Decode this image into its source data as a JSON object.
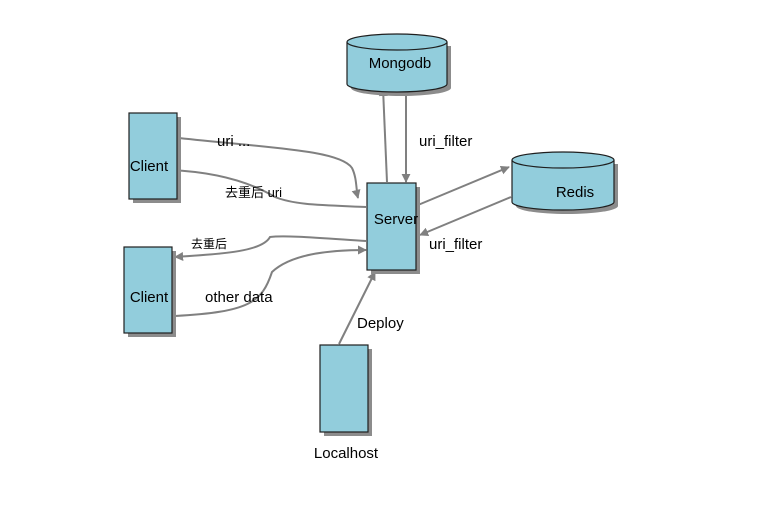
{
  "nodes": {
    "mongodb": {
      "label": "Mongodb",
      "shape": "cylinder"
    },
    "redis": {
      "label": "Redis",
      "shape": "cylinder"
    },
    "server": {
      "label": "Server",
      "shape": "box"
    },
    "client_top": {
      "label": "Client",
      "shape": "box"
    },
    "client_bottom": {
      "label": "Client",
      "shape": "box"
    },
    "localhost": {
      "label": "Localhost",
      "shape": "box"
    }
  },
  "edges": {
    "client_top_to_server": "uri ...",
    "server_to_client_top": "去重后 uri",
    "server_to_client_bottom": "去重后",
    "client_bottom_to_server": "other data",
    "mongodb_to_server": "uri_filter",
    "server_to_mongodb": "",
    "server_to_redis": "",
    "redis_to_server": "uri_filter",
    "localhost_to_server": "Deploy"
  },
  "colors": {
    "node_fill": "#92CDDC",
    "node_stroke": "#1F1F1F",
    "node_shadow": "#8C8C8C",
    "edge": "#808080"
  }
}
